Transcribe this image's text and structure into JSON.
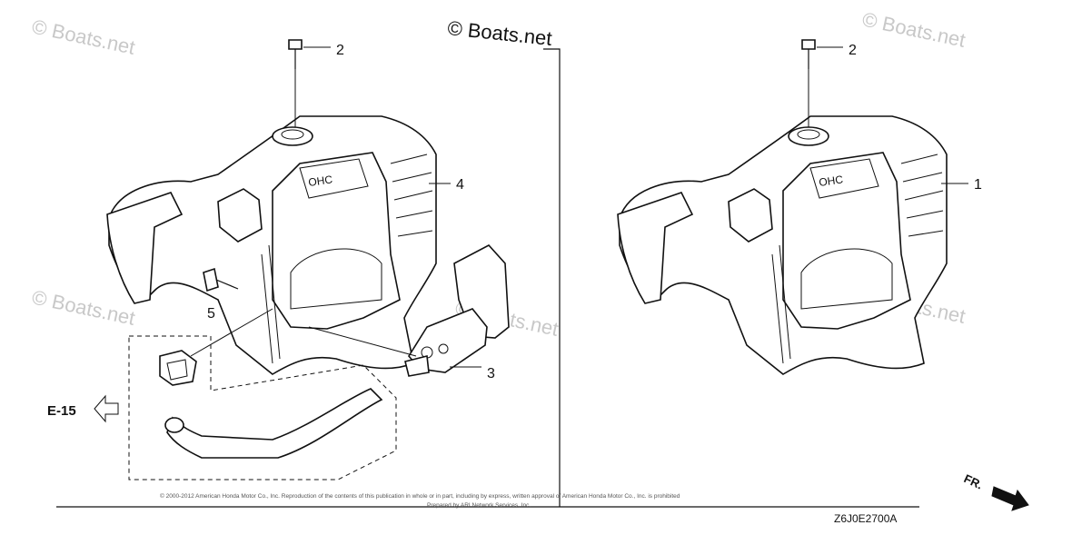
{
  "watermarks": [
    "© Boats.net",
    "© Boats.net",
    "© Boats.net",
    "© Boats.net",
    "© Boats.net"
  ],
  "copyright": "© Boats.net",
  "callouts": {
    "left_bolt": "2",
    "right_bolt": "2",
    "left_cover": "4",
    "right_cover": "1",
    "grip": "3",
    "screw": "5"
  },
  "reference": "E-15",
  "part_code": "Z6J0E2700A",
  "front_label": "FR.",
  "footer_line1": "© 2000-2012 American Honda Motor Co., Inc. Reproduction of the contents of this publication in whole or in part, including by express, written approval of American Honda Motor Co., Inc. is prohibited",
  "footer_line2": "Prepared by ARI Network Services, Inc."
}
